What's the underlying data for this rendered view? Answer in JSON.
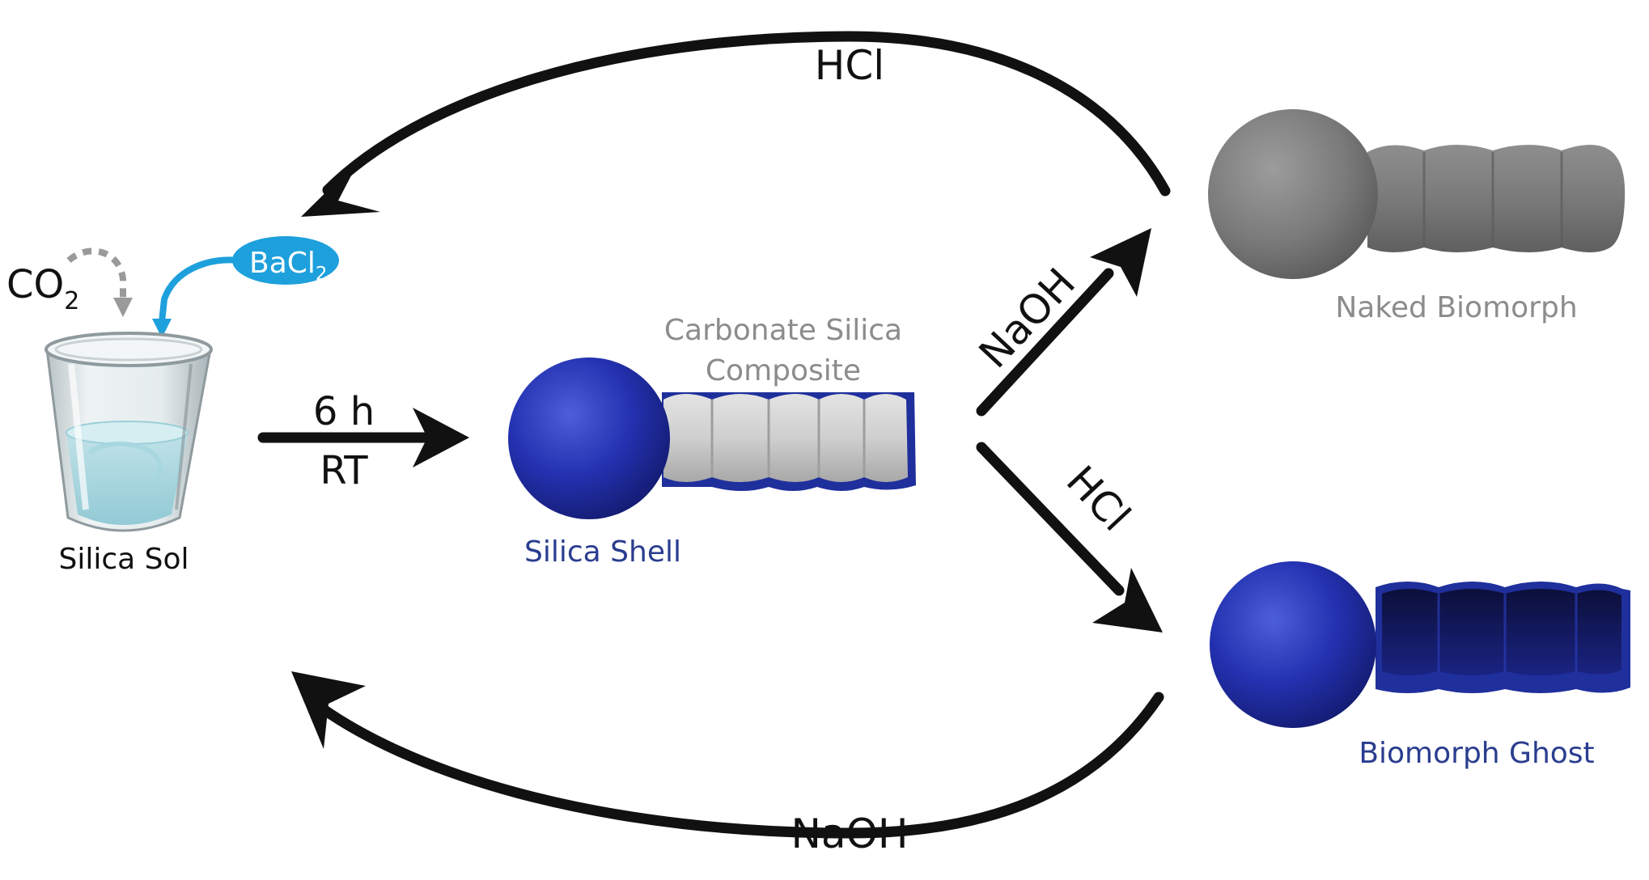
{
  "labels": {
    "co2_main": "CO",
    "co2_sub": "2",
    "bacl2_main": "BaCl",
    "bacl2_sub": "2",
    "silica_sol": "Silica Sol",
    "time": "6 h",
    "temp": "RT",
    "composite_line1": "Carbonate Silica",
    "composite_line2": "Composite",
    "silica_shell": "Silica Shell",
    "naked_biomorph": "Naked Biomorph",
    "biomorph_ghost": "Biomorph Ghost",
    "hcl_top": "HCl",
    "naoh_bottom": "NaOH",
    "naoh_diag": "NaOH",
    "hcl_diag": "HCl"
  },
  "colors": {
    "arrow": "#111111",
    "silica_blue": "#1f2f9c",
    "bacl2_blue": "#1ea0dc",
    "grey_label": "#8c8c8c",
    "blue_label": "#2a3d8f",
    "naked_grey": "#7a7a7a",
    "composite_grey": "#c9c9c9"
  }
}
